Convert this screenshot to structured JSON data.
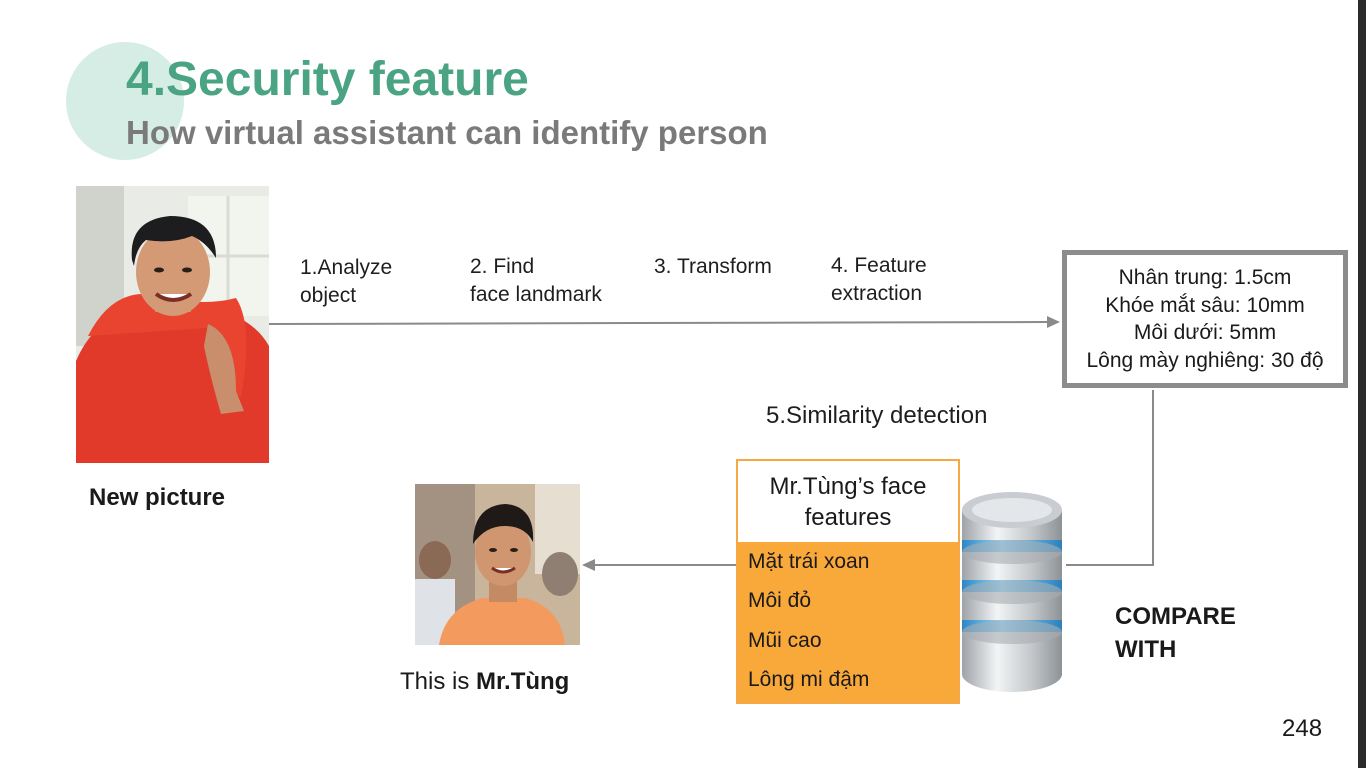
{
  "slide": {
    "title": "4.Security feature",
    "subtitle": "How virtual assistant can identify person",
    "page_number": "248"
  },
  "new_picture": {
    "caption": "New picture"
  },
  "result": {
    "caption_prefix": "This is ",
    "caption_name": "Mr.Tùng"
  },
  "steps": {
    "step1": "1.Analyze\nobject",
    "step2": "2. Find\nface landmark",
    "step3": "3. Transform",
    "step4": "4. Feature\nextraction",
    "step5": "5.Similarity detection"
  },
  "measurements": [
    "Nhân trung: 1.5cm",
    "Khóe mắt sâu: 10mm",
    "Môi dưới: 5mm",
    "Lông mày nghiêng: 30 độ"
  ],
  "features_card": {
    "title": "Mr.Tùng’s face\nfeatures",
    "items": [
      "Mặt trái xoan",
      "Môi đỏ",
      "Mũi cao",
      "Lông mi đậm"
    ]
  },
  "database": {
    "label": "COMPARE\nWITH"
  },
  "colors": {
    "title": "#4aa382",
    "subtitle": "#7a7a7a",
    "accent_orange": "#f9a83a",
    "box_border": "#8c8c8c",
    "connector": "#8a8a8a",
    "db_blue": "#5fb8e8"
  },
  "icons": [
    "database-icon",
    "person-photo",
    "arrow-right-icon",
    "arrow-left-icon"
  ]
}
